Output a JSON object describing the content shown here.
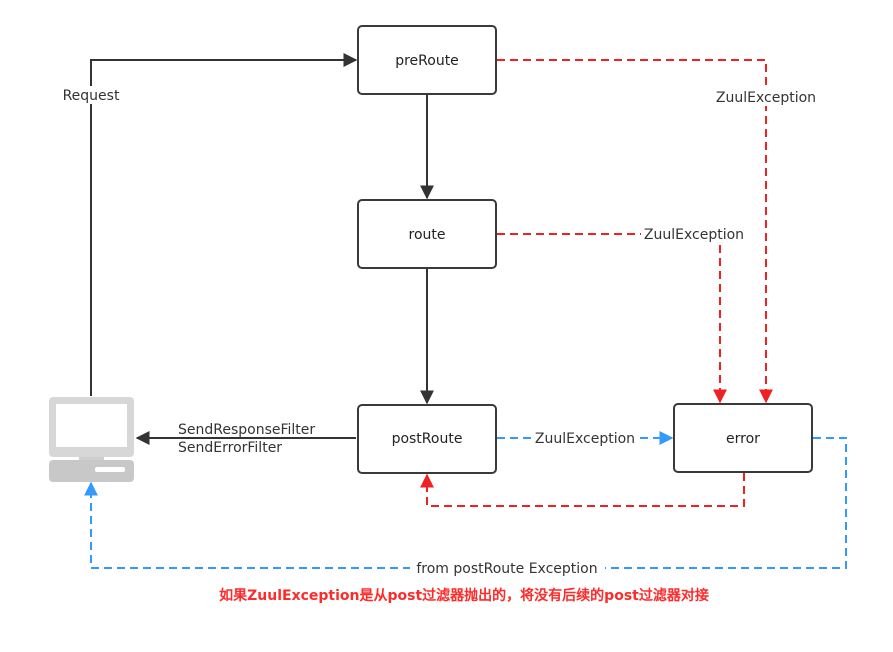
{
  "nodes": {
    "preroute": "preRoute",
    "route": "route",
    "postroute": "postRoute",
    "error": "error"
  },
  "labels": {
    "request": "Request",
    "zuul_exception_preroute": "ZuulException",
    "zuul_exception_route": "ZuulException",
    "zuul_exception_postroute": "ZuulException",
    "send_response_filter": "SendResponseFilter",
    "send_error_filter": "SendErrorFilter",
    "from_postroute_exception": "from postRoute Exception"
  },
  "note": "如果ZuulException是从post过滤器抛出的，将没有后续的post过滤器对接",
  "icons": {
    "client": "desktop-computer-icon"
  },
  "colors": {
    "normal_flow": "#333333",
    "error_flow": "#ee2222",
    "postroute_error_flow": "#3399ff",
    "note": "#ff2a2a"
  }
}
